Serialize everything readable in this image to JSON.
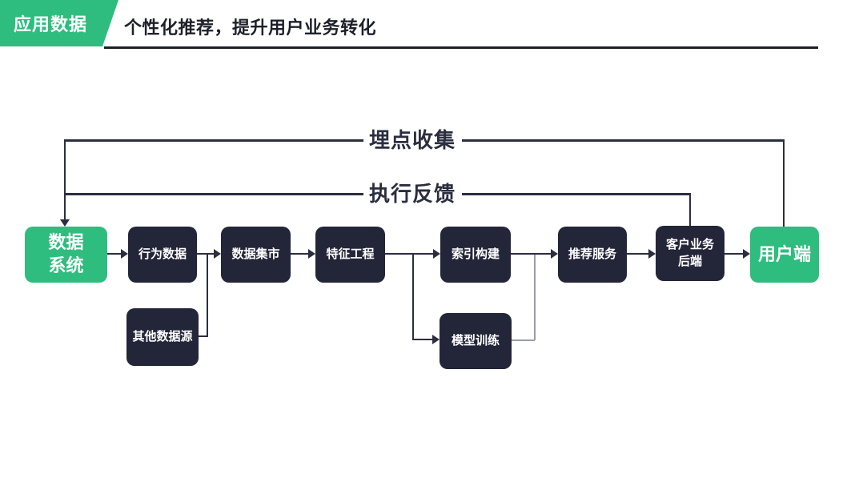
{
  "header": {
    "badge": "应用数据",
    "title": "个性化推荐，提升用户业务转化"
  },
  "colors": {
    "green": "#2ebd7e",
    "node": "#232539",
    "line": "#2b2e3f",
    "ink": "#1e2029",
    "gray": "#9a9da8"
  },
  "flowchart": {
    "feedback_links": {
      "tracking_collection": "埋点收集",
      "execution_feedback": "执行反馈"
    },
    "nodes": {
      "data_system": "数据\n系统",
      "behavior_data": "行为数据",
      "other_sources": "其他数据源",
      "data_mart": "数据集市",
      "feature_engineering": "特征工程",
      "index_building": "索引构建",
      "model_training": "模型训练",
      "recommendation_service": "推荐服务",
      "customer_backend": "客户业务\n后端",
      "user_end": "用户端"
    }
  }
}
